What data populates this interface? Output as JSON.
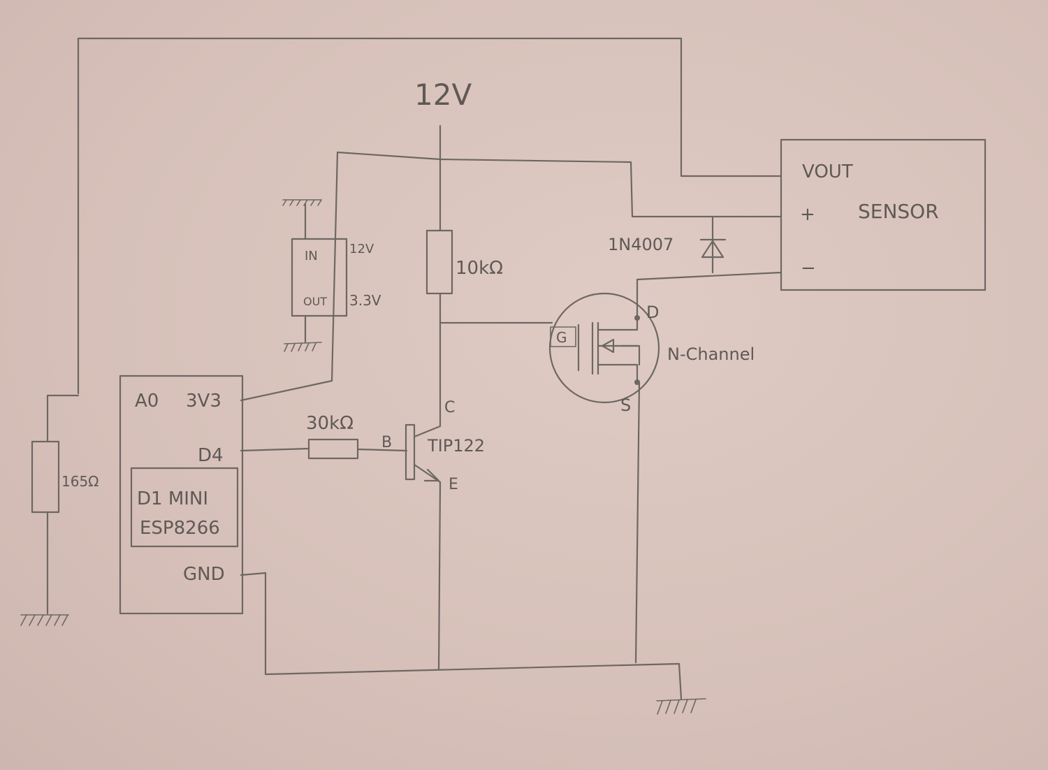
{
  "labels": {
    "supply": "12V",
    "resistor_10k": "10kΩ",
    "resistor_30k": "30kΩ",
    "resistor_165": "165Ω",
    "regulator_in": "IN",
    "regulator_in_v": "12V",
    "regulator_out": "OUT",
    "regulator_out_v": "3.3V",
    "mcu_a0": "A0",
    "mcu_3v3": "3V3",
    "mcu_d4": "D4",
    "mcu_name_1": "D1 MINI",
    "mcu_name_2": "ESP8266",
    "mcu_gnd": "GND",
    "transistor_name": "TIP122",
    "transistor_b": "B",
    "transistor_c": "C",
    "transistor_e": "E",
    "diode_name": "1N4007",
    "mosfet_g": "G",
    "mosfet_d": "D",
    "mosfet_s": "S",
    "mosfet_type": "N-Channel",
    "sensor_name": "SENSOR",
    "sensor_vout": "VOUT",
    "sensor_plus": "+",
    "sensor_minus": "−"
  }
}
